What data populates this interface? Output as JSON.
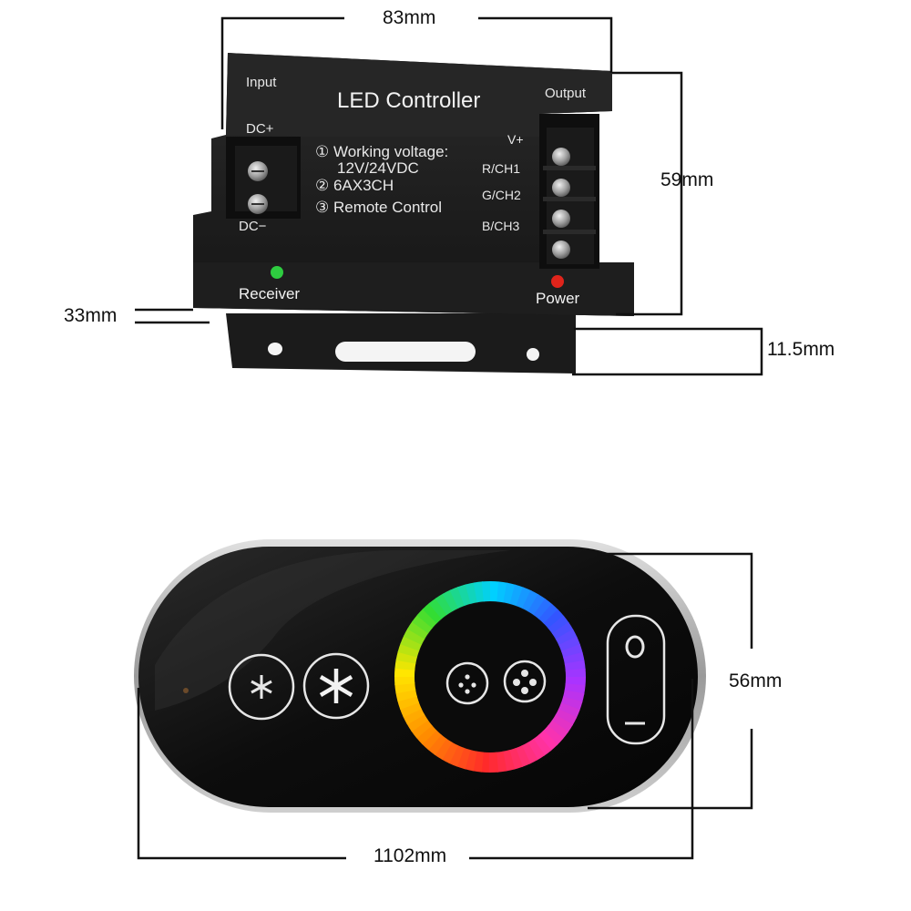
{
  "controller": {
    "title": "LED Controller",
    "input_label": "Input",
    "output_label": "Output",
    "dc_plus": "DC+",
    "dc_minus": "DC−",
    "spec_1": "① Working voltage:",
    "spec_1b": "12V/24VDC",
    "spec_2": "② 6AX3CH",
    "spec_3": "③ Remote Control",
    "ports": [
      "V+",
      "R/CH1",
      "G/CH2",
      "B/CH3"
    ],
    "receiver_label": "Receiver",
    "power_label": "Power",
    "receiver_led_color": "#2ecc40",
    "power_led_color": "#e0241b"
  },
  "dimensions": {
    "width": "83mm",
    "height": "59mm",
    "depth": "33mm",
    "bracket": "11.5mm",
    "remote_height": "56mm",
    "remote_width": "1102mm"
  },
  "remote": {
    "button_icons": [
      "brightness-down-icon",
      "brightness-up-icon",
      "mode-slow-icon",
      "mode-fast-icon"
    ],
    "ring_colors": [
      "#ff2a2a",
      "#ff8c00",
      "#ffe600",
      "#33dd33",
      "#00d0ff",
      "#3355ff",
      "#aa33ff",
      "#ff33aa"
    ]
  }
}
